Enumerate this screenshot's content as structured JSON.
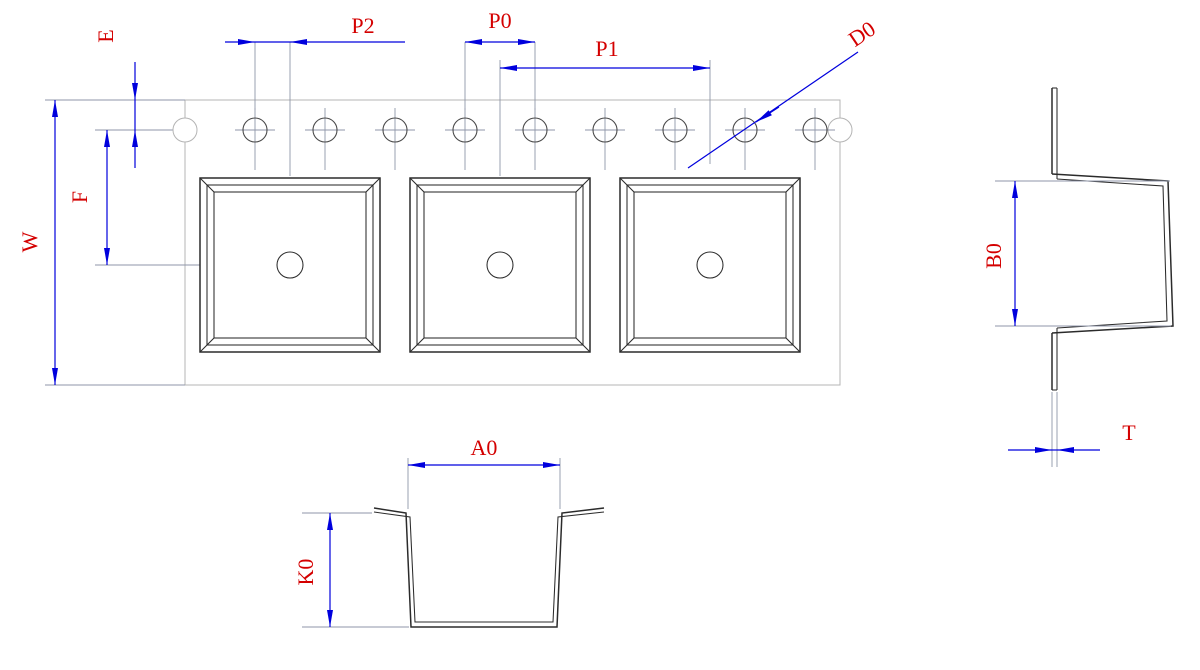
{
  "drawing": {
    "labels": {
      "tape_edge_to_hole": "E",
      "tape_width": "W",
      "hole_to_pocket_center": "F",
      "hole_to_pocket_pitch": "P2",
      "hole_pitch": "P0",
      "pocket_pitch": "P1",
      "hole_diameter": "D0",
      "pocket_width": "A0",
      "pocket_length": "B0",
      "pocket_depth": "K0",
      "tape_thickness": "T"
    },
    "colors": {
      "dimension_blue": "#0000dd",
      "label_red": "#d40000",
      "part_outline": "#2b2b2b",
      "tape_outline": "#b4b4b4",
      "centerline": "#8f96a8",
      "background": "#ffffff"
    }
  }
}
